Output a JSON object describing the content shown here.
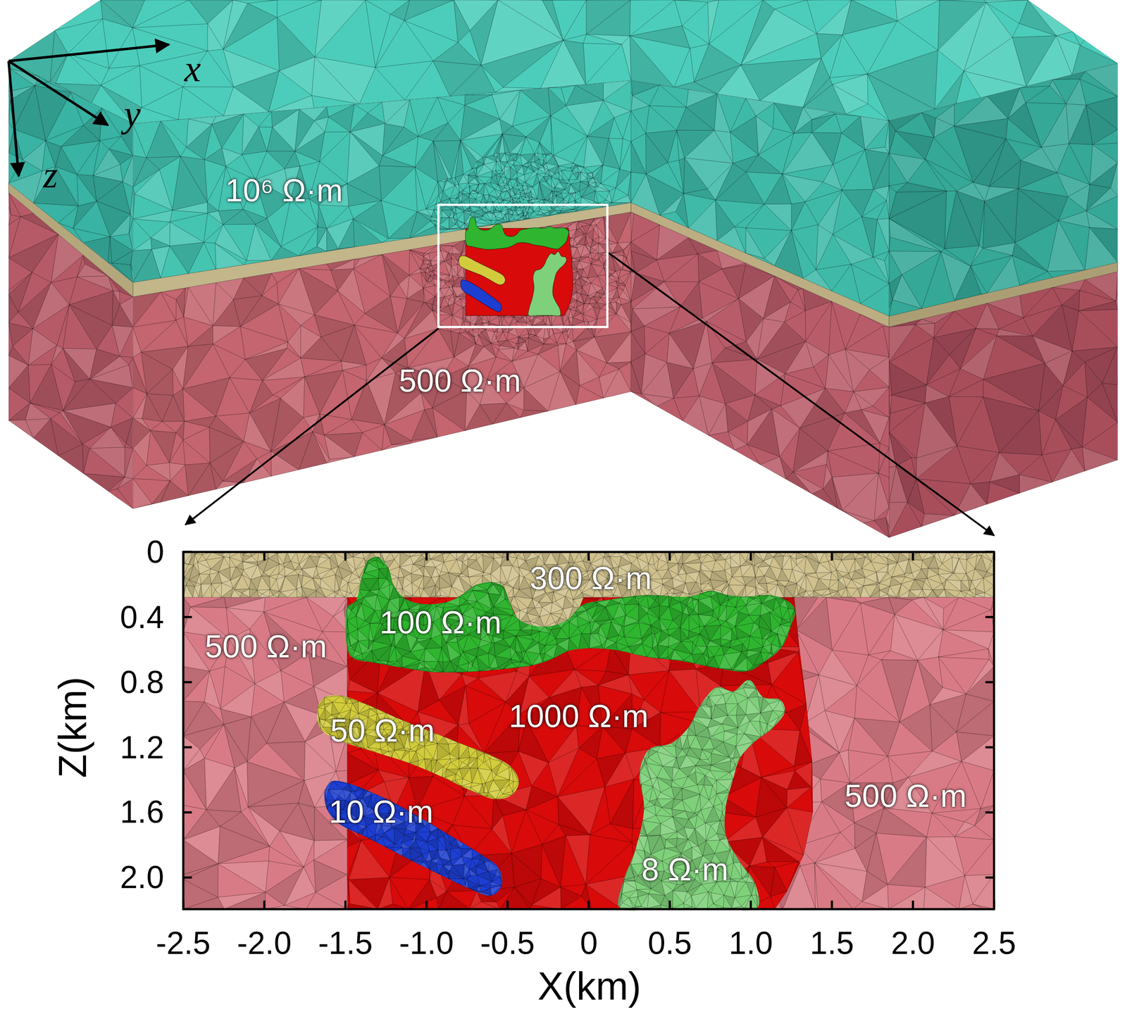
{
  "diagram": {
    "nodes": [
      {
        "text": [
          "10⁶ Ω·m"
        ]
      },
      {
        "text": [
          "500 Ω·m"
        ]
      },
      {
        "text": [
          "300 Ω·m"
        ]
      },
      {
        "text": [
          "100 Ω·m"
        ]
      },
      {
        "text": [
          "500 Ω·m"
        ]
      },
      {
        "text": [
          "1000 Ω·m"
        ]
      },
      {
        "text": [
          "50 Ω·m"
        ]
      },
      {
        "text": [
          "500 Ω·m"
        ]
      },
      {
        "text": [
          "10 Ω·m"
        ]
      },
      {
        "text": [
          "8 Ω·m"
        ]
      }
    ],
    "labels": [
      "x",
      "y",
      "z",
      "0",
      "0.4",
      "0.8",
      "1.2",
      "1.6",
      "2.0",
      "Z(km)",
      "-2.5",
      "-2.0",
      "-1.5",
      "-1.0",
      "-0.5",
      "0",
      "0.5",
      "1.0",
      "1.5",
      "2.0",
      "2.5",
      "X(km)"
    ]
  }
}
